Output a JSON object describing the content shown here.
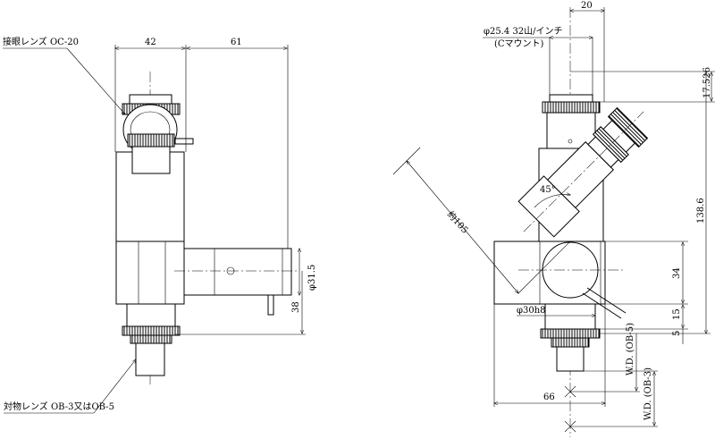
{
  "left_view": {
    "eyepiece_label": "接眼レンズ OC-20",
    "objective_label": "対物レンズ OB-3又はOB-5",
    "dim_width": "42",
    "dim_offset": "61",
    "dim_tube_dia": "φ31.5",
    "dim_height": "38"
  },
  "right_view": {
    "dim_top_width": "20",
    "thread_spec": "φ25.4 32山/インチ",
    "mount_type": "(Cマウント)",
    "dim_flange": "17.526",
    "dim_total": "138.6",
    "dim_angle": "45°",
    "dim_length": "約105",
    "dim_34": "34",
    "dim_15": "15",
    "dim_5": "5",
    "dim_shaft": "φ30h8",
    "dim_66": "66",
    "wd_ob5": "W.D. (OB-5)",
    "wd_ob3": "W.D. (OB-3)"
  }
}
